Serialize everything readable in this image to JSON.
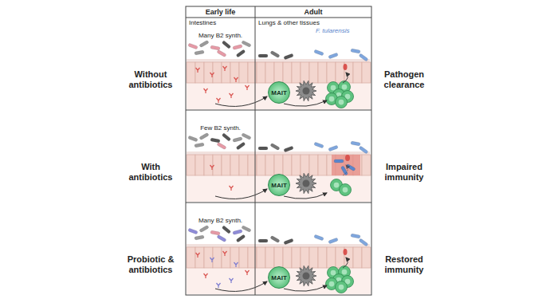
{
  "diagram": {
    "nodes": [
      {
        "text": [
          "MAIT"
        ]
      },
      {
        "text": [
          "MAIT"
        ]
      },
      {
        "text": [
          "MAIT"
        ]
      }
    ],
    "labels": [
      "Early life",
      "Adult",
      "Intestines",
      "Lungs & other tissues",
      "F. tularensis",
      "Without antibiotics",
      "Many B2 synth.",
      "Pathogen clearance",
      "With antibiotics",
      "Few B2 synth.",
      "Impaired immunity",
      "Probiotic & antibiotics",
      "Many B2 synth.",
      "Restored immunity"
    ]
  }
}
